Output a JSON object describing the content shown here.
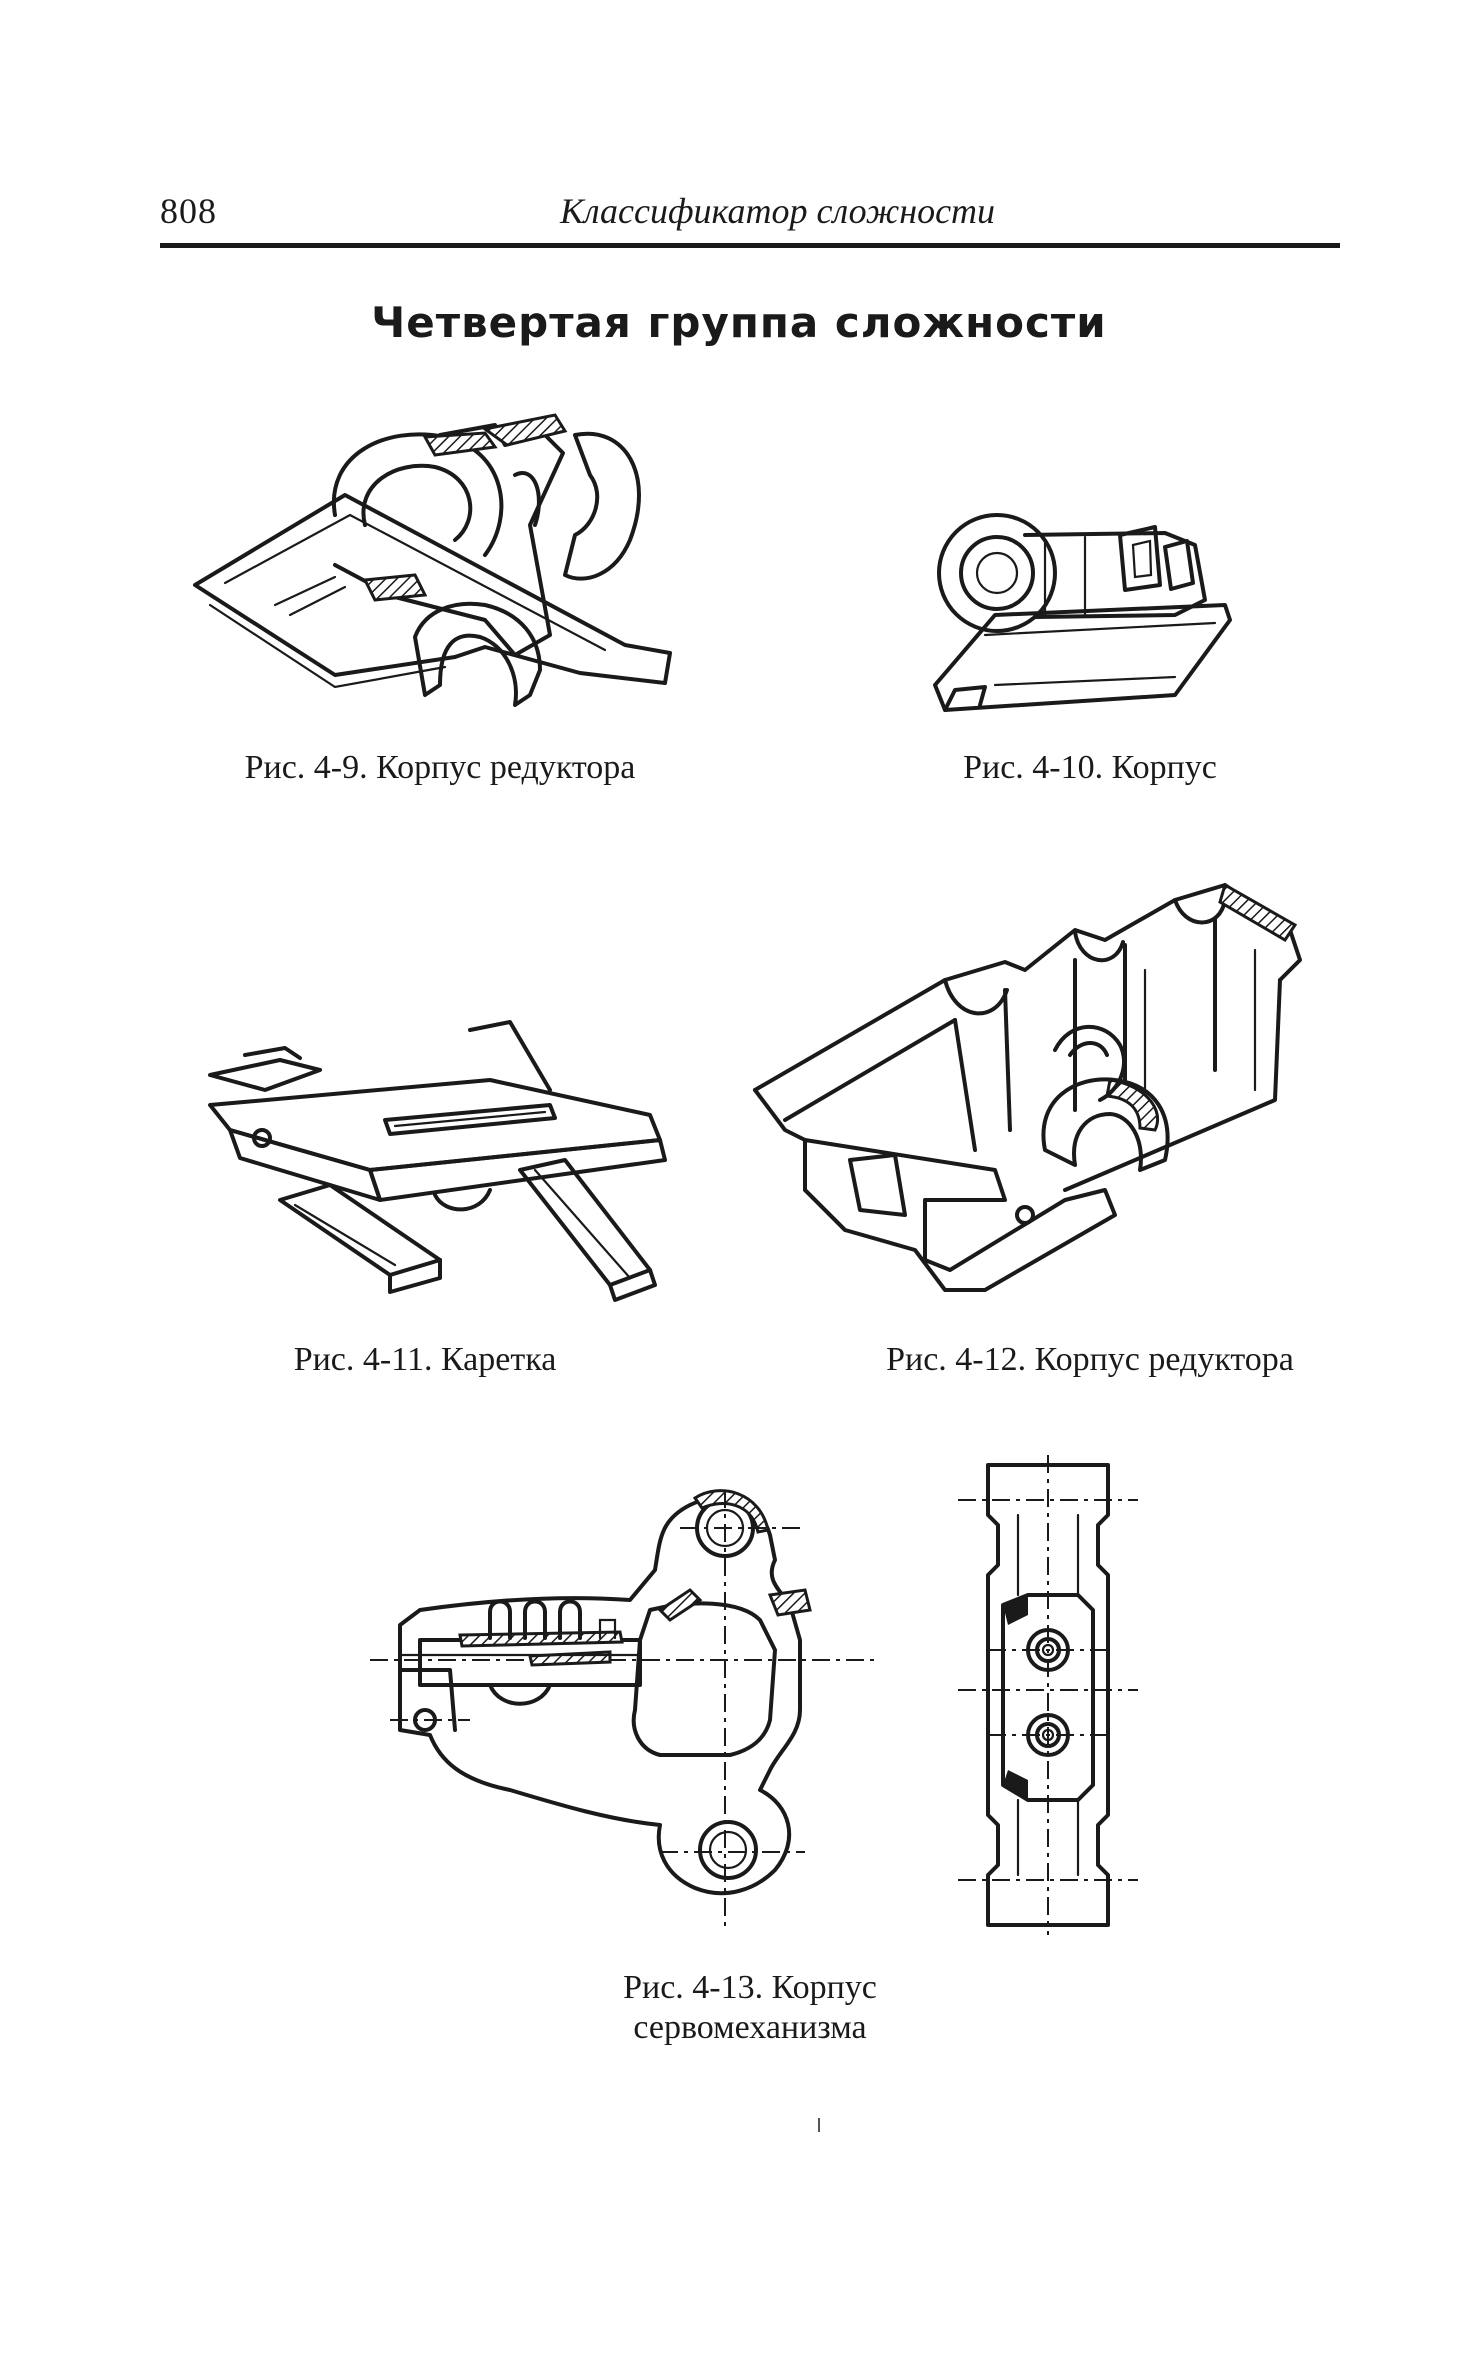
{
  "header": {
    "page_number": "808",
    "running_title": "Классификатор сложности"
  },
  "section_title": "Четвертая группа сложности",
  "figures": [
    {
      "caption": "Рис. 4-9. Корпус редуктора",
      "icon": "gearbox-housing-drawing"
    },
    {
      "caption": "Рис. 4-10. Корпус",
      "icon": "housing-drawing"
    },
    {
      "caption": "Рис. 4-11. Каретка",
      "icon": "carriage-drawing"
    },
    {
      "caption": "Рис. 4-12. Корпус редуктора",
      "icon": "gearbox-housing-drawing"
    },
    {
      "caption_line1": "Рис. 4-13. Корпус",
      "caption_line2": "сервомеханизма",
      "icon": "servo-housing-drawing"
    }
  ]
}
